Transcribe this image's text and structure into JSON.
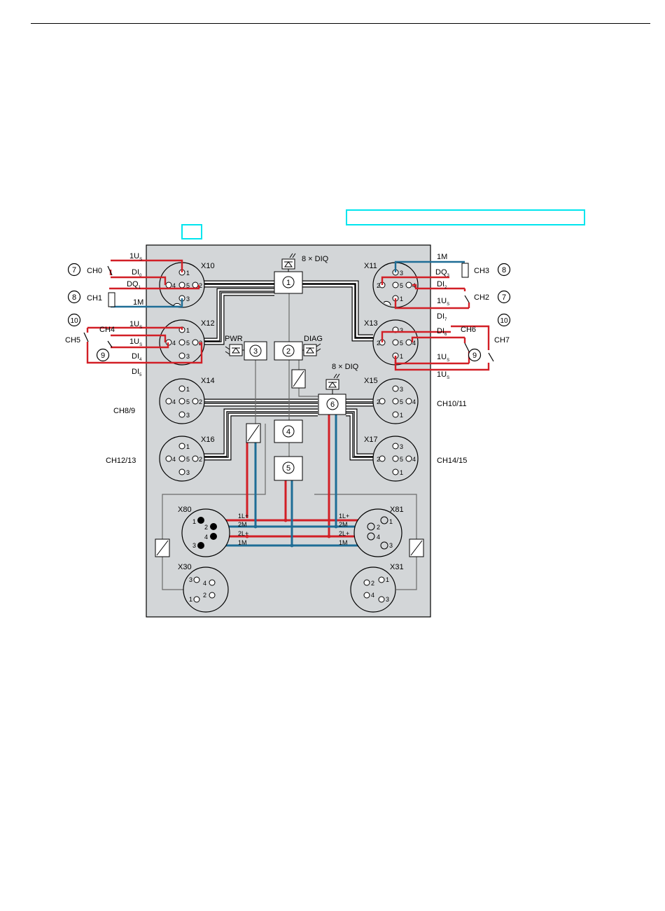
{
  "colors": {
    "panel": "#d3d6d8",
    "panel_border": "#000000",
    "red": "#d21f26",
    "blue": "#1e6d96",
    "highlight": "#00e5ee",
    "connector": "#d3d6d8"
  },
  "connectors": {
    "x10": "X10",
    "x11": "X11",
    "x12": "X12",
    "x13": "X13",
    "x14": "X14",
    "x15": "X15",
    "x16": "X16",
    "x17": "X17",
    "x80": "X80",
    "x81": "X81",
    "x30": "X30",
    "x31": "X31"
  },
  "channels": {
    "ch0": "CH0",
    "ch1": "CH1",
    "ch2": "CH2",
    "ch3": "CH3",
    "ch4": "CH4",
    "ch5": "CH5",
    "ch6": "CH6",
    "ch7": "CH7",
    "ch8_9": "CH8/9",
    "ch10_11": "CH10/11",
    "ch12_13": "CH12/13",
    "ch14_15": "CH14/15"
  },
  "blocks": {
    "b1": "1",
    "b2": "2",
    "b3": "3",
    "b4": "4",
    "b5": "5",
    "b6": "6"
  },
  "labels": {
    "diq_top": "8 × DIQ",
    "diq_mid": "8 × DIQ",
    "pwr": "PWR",
    "diag": "DIAG"
  },
  "callouts": {
    "c7": "7",
    "c8": "8",
    "c9": "9",
    "c10": "10"
  },
  "signals": {
    "us1": "1U",
    "us_sub": "S",
    "di": "DI",
    "dq": "DQ",
    "m1": "1M",
    "l1": "1L+",
    "m2": "2M",
    "l2": "2L+"
  },
  "pins": {
    "p1": "1",
    "p2": "2",
    "p3": "3",
    "p4": "4",
    "p5": "5"
  }
}
